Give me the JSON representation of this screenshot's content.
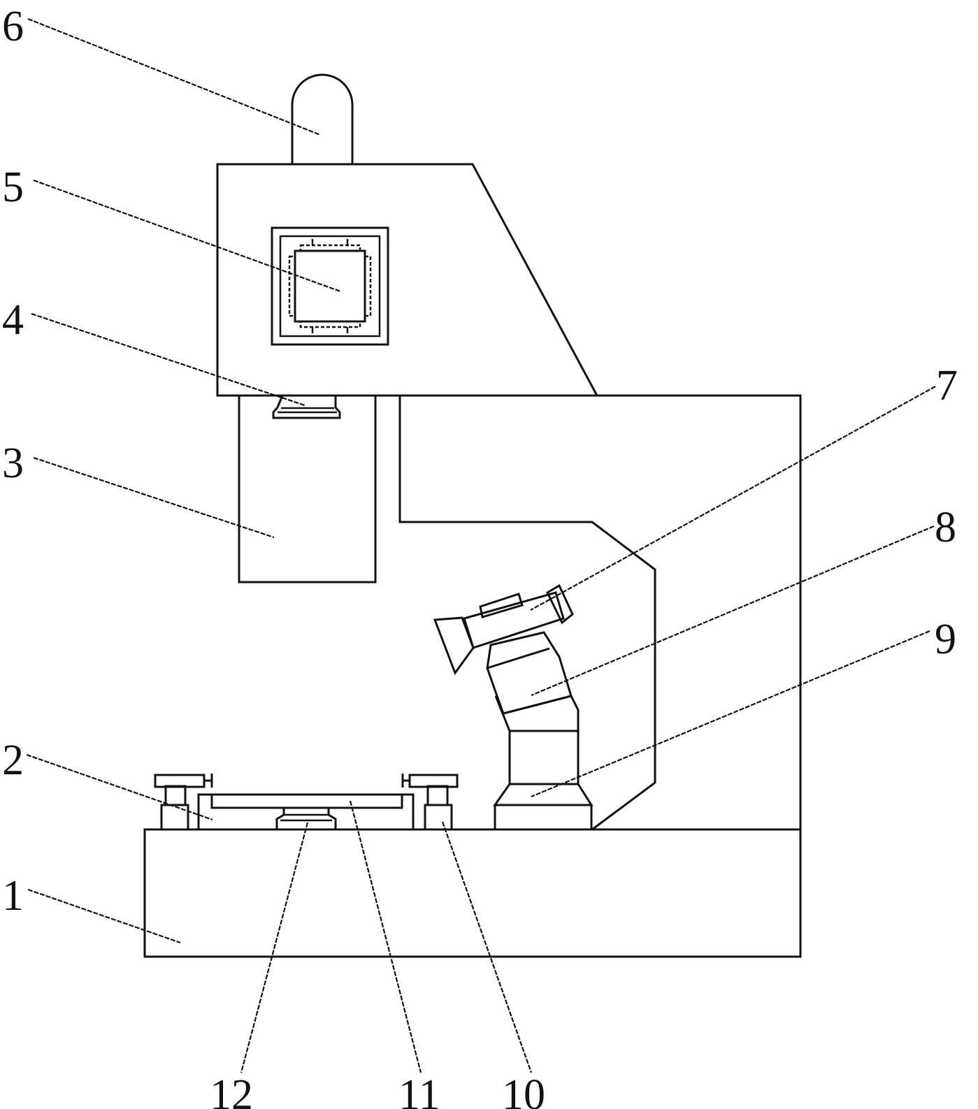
{
  "diagram": {
    "labels": [
      {
        "id": "1",
        "text": "1"
      },
      {
        "id": "2",
        "text": "2"
      },
      {
        "id": "3",
        "text": "3"
      },
      {
        "id": "4",
        "text": "4"
      },
      {
        "id": "5",
        "text": "5"
      },
      {
        "id": "6",
        "text": "6"
      },
      {
        "id": "7",
        "text": "7"
      },
      {
        "id": "8",
        "text": "8"
      },
      {
        "id": "9",
        "text": "9"
      },
      {
        "id": "10",
        "text": "10"
      },
      {
        "id": "11",
        "text": "11"
      },
      {
        "id": "12",
        "text": "12"
      }
    ]
  }
}
